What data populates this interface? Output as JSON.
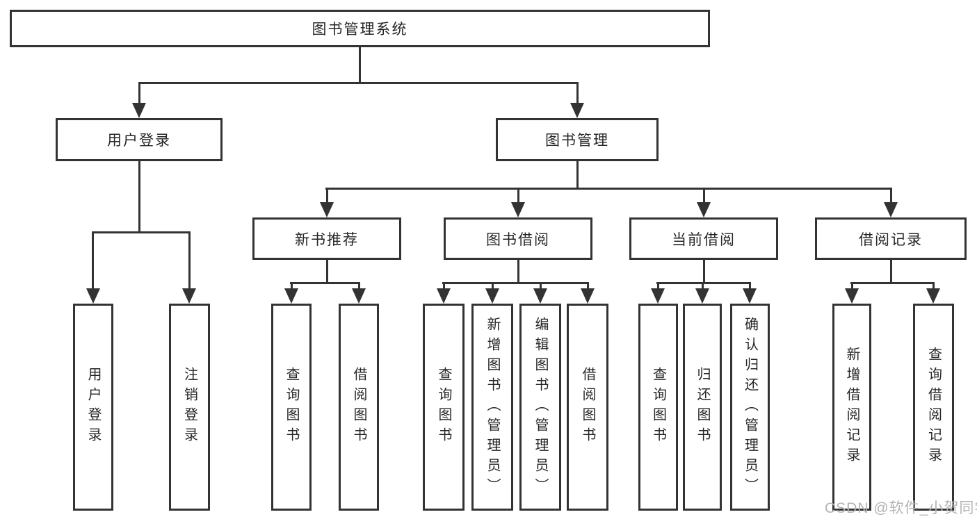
{
  "diagram": {
    "root": {
      "label": "图书管理系统"
    },
    "branches": [
      {
        "label": "用户登录",
        "children": [
          {
            "label": "用户登录"
          },
          {
            "label": "注销登录"
          }
        ]
      },
      {
        "label": "图书管理",
        "children": [
          {
            "label": "新书推荐",
            "children": [
              {
                "label": "查询图书"
              },
              {
                "label": "借阅图书"
              }
            ]
          },
          {
            "label": "图书借阅",
            "children": [
              {
                "label": "查询图书"
              },
              {
                "label": "新增图书（管理员）"
              },
              {
                "label": "编辑图书（管理员）"
              },
              {
                "label": "借阅图书"
              }
            ]
          },
          {
            "label": "当前借阅",
            "children": [
              {
                "label": "查询图书"
              },
              {
                "label": "归还图书"
              },
              {
                "label": "确认归还（管理员）"
              }
            ]
          },
          {
            "label": "借阅记录",
            "children": [
              {
                "label": "新增借阅记录"
              },
              {
                "label": "查询借阅记录"
              }
            ]
          }
        ]
      }
    ]
  },
  "watermark": "CSDN @软件_小贺同学",
  "colors": {
    "line": "#333333",
    "border": "#333333",
    "text": "#262626",
    "watermark": "#b3b3b3",
    "background": "#ffffff"
  }
}
